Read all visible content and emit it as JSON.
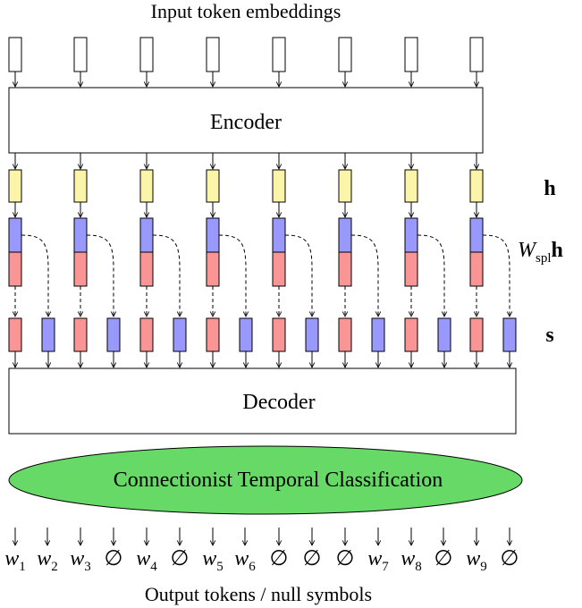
{
  "title": "Input token embeddings",
  "encoder_label": "Encoder",
  "decoder_label": "Decoder",
  "ctc_label": "Connectionist Temporal Classification",
  "footer_label": "Output tokens / null symbols",
  "row_labels": {
    "h": "h",
    "w": "W",
    "w_sub": "spl",
    "w_h": "h",
    "s": "s"
  },
  "outputs": [
    {
      "base": "w",
      "sub": "1"
    },
    {
      "base": "w",
      "sub": "2"
    },
    {
      "base": "w",
      "sub": "3"
    },
    {
      "base": "∅",
      "sub": ""
    },
    {
      "base": "w",
      "sub": "4"
    },
    {
      "base": "∅",
      "sub": ""
    },
    {
      "base": "w",
      "sub": "5"
    },
    {
      "base": "w",
      "sub": "6"
    },
    {
      "base": "∅",
      "sub": ""
    },
    {
      "base": "∅",
      "sub": ""
    },
    {
      "base": "∅",
      "sub": ""
    },
    {
      "base": "w",
      "sub": "7"
    },
    {
      "base": "w",
      "sub": "8"
    },
    {
      "base": "∅",
      "sub": ""
    },
    {
      "base": "w",
      "sub": "9"
    },
    {
      "base": "∅",
      "sub": ""
    }
  ],
  "colors": {
    "hidden": "#fbf5a9",
    "blue": "#9999fb",
    "red": "#f99595",
    "ctc": "#66d966",
    "stroke": "#000000"
  }
}
